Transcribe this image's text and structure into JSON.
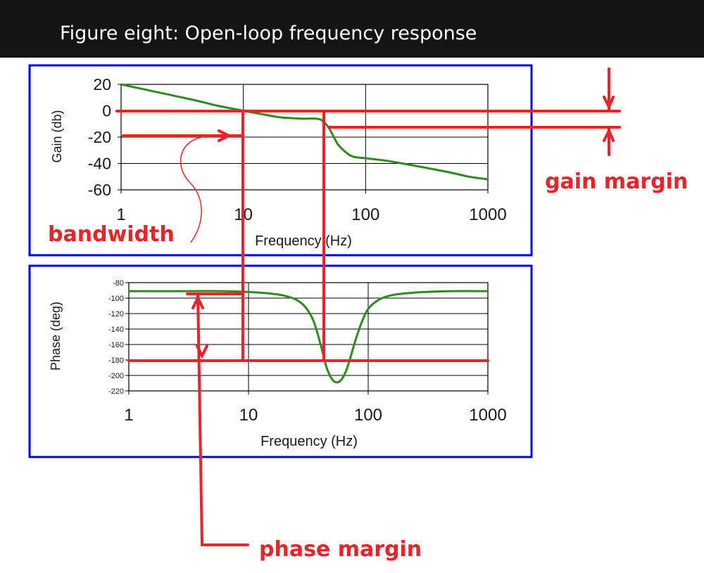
{
  "header": {
    "title": "Figure eight: Open-loop frequency response"
  },
  "colors": {
    "title_bar": "#141414",
    "frame": "#0000e0",
    "curve": "#2e8b1e",
    "annotation": "#e8232a",
    "grid": "#000000"
  },
  "annotations": {
    "bandwidth": "bandwidth",
    "gain_margin": "gain margin",
    "phase_margin": "phase margin"
  },
  "chart_data": [
    {
      "type": "line",
      "title": "",
      "xlabel": "Frequency (Hz)",
      "ylabel": "Gain (db)",
      "x_scale": "log",
      "xlim": [
        1,
        1000
      ],
      "ylim": [
        -60,
        20
      ],
      "x_ticks": [
        "1",
        "10",
        "100",
        "1000"
      ],
      "y_ticks": [
        "20",
        "0",
        "-20",
        "-40",
        "-60"
      ],
      "grid": true,
      "series": [
        {
          "x": [
            1,
            2,
            4,
            6,
            10,
            15,
            20,
            30,
            40,
            45,
            50,
            55,
            60,
            70,
            80,
            100,
            150,
            200,
            300,
            500,
            700,
            1000
          ],
          "values": [
            20,
            14,
            8,
            4,
            0,
            -3,
            -5,
            -6,
            -6,
            -8,
            -13,
            -20,
            -26,
            -32,
            -35,
            -36,
            -38,
            -40,
            -43,
            -47,
            -50,
            -52
          ]
        }
      ]
    },
    {
      "type": "line",
      "title": "",
      "xlabel": "Frequency (Hz)",
      "ylabel": "Phase (deg)",
      "x_scale": "log",
      "xlim": [
        1,
        1000
      ],
      "ylim": [
        -220,
        -80
      ],
      "x_ticks": [
        "1",
        "10",
        "100",
        "1000"
      ],
      "y_ticks": [
        "-80",
        "-100",
        "-120",
        "-140",
        "-160",
        "-180",
        "-200",
        "-220"
      ],
      "grid": true,
      "series": [
        {
          "x": [
            1,
            3,
            6,
            10,
            15,
            20,
            25,
            30,
            35,
            40,
            45,
            50,
            55,
            60,
            65,
            70,
            80,
            90,
            100,
            120,
            150,
            200,
            300,
            500,
            1000
          ],
          "values": [
            -91,
            -91,
            -91,
            -92,
            -94,
            -97,
            -102,
            -112,
            -130,
            -160,
            -190,
            -205,
            -209,
            -205,
            -195,
            -180,
            -150,
            -128,
            -114,
            -103,
            -97,
            -94,
            -92,
            -91,
            -91
          ]
        }
      ]
    }
  ]
}
